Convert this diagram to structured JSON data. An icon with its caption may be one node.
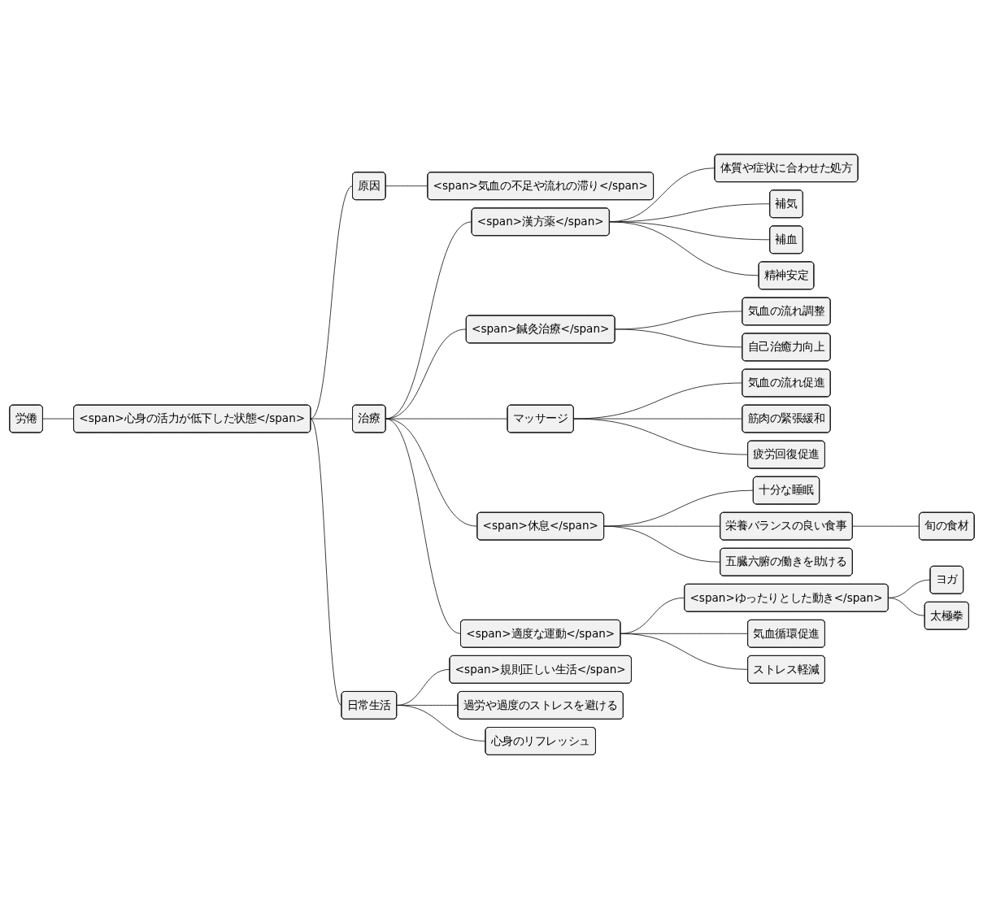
{
  "diagram": {
    "nodes": [
      {
        "text": [
          "労倦"
        ]
      },
      {
        "text": [
          "<span>心身の活力が低下した状態</span>"
        ]
      },
      {
        "text": [
          "原因"
        ]
      },
      {
        "text": [
          "<span>気血の不足や流れの滞り</span>"
        ]
      },
      {
        "text": [
          "治療"
        ]
      },
      {
        "text": [
          "<span>漢方薬</span>"
        ]
      },
      {
        "text": [
          "体質や症状に合わせた処方"
        ]
      },
      {
        "text": [
          "補気"
        ]
      },
      {
        "text": [
          "補血"
        ]
      },
      {
        "text": [
          "精神安定"
        ]
      },
      {
        "text": [
          "<span>鍼灸治療</span>"
        ]
      },
      {
        "text": [
          "気血の流れ調整"
        ]
      },
      {
        "text": [
          "自己治癒力向上"
        ]
      },
      {
        "text": [
          "マッサージ"
        ]
      },
      {
        "text": [
          "気血の流れ促進"
        ]
      },
      {
        "text": [
          "筋肉の緊張緩和"
        ]
      },
      {
        "text": [
          "疲労回復促進"
        ]
      },
      {
        "text": [
          "<span>休息</span>"
        ]
      },
      {
        "text": [
          "十分な睡眠"
        ]
      },
      {
        "text": [
          "栄養バランスの良い食事"
        ]
      },
      {
        "text": [
          "旬の食材"
        ]
      },
      {
        "text": [
          "五臓六腑の働きを助ける"
        ]
      },
      {
        "text": [
          "<span>適度な運動</span>"
        ]
      },
      {
        "text": [
          "<span>ゆったりとした動き</span>"
        ]
      },
      {
        "text": [
          "ヨガ"
        ]
      },
      {
        "text": [
          "太極拳"
        ]
      },
      {
        "text": [
          "気血循環促進"
        ]
      },
      {
        "text": [
          "ストレス軽減"
        ]
      },
      {
        "text": [
          "日常生活"
        ]
      },
      {
        "text": [
          "<span>規則正しい生活</span>"
        ]
      },
      {
        "text": [
          "過労や過度のストレスを避ける"
        ]
      },
      {
        "text": [
          "心身のリフレッシュ"
        ]
      }
    ],
    "edges": [
      {
        "from": 0,
        "to": 1,
        "arrow": "none"
      },
      {
        "from": 1,
        "to": 2,
        "arrow": "none"
      },
      {
        "from": 2,
        "to": 3,
        "arrow": "none"
      },
      {
        "from": 1,
        "to": 4,
        "arrow": "none"
      },
      {
        "from": 4,
        "to": 5,
        "arrow": "none"
      },
      {
        "from": 5,
        "to": 6,
        "arrow": "none"
      },
      {
        "from": 5,
        "to": 7,
        "arrow": "none"
      },
      {
        "from": 5,
        "to": 8,
        "arrow": "none"
      },
      {
        "from": 5,
        "to": 9,
        "arrow": "none"
      },
      {
        "from": 4,
        "to": 10,
        "arrow": "none"
      },
      {
        "from": 10,
        "to": 11,
        "arrow": "none"
      },
      {
        "from": 10,
        "to": 12,
        "arrow": "none"
      },
      {
        "from": 4,
        "to": 13,
        "arrow": "none"
      },
      {
        "from": 13,
        "to": 14,
        "arrow": "none"
      },
      {
        "from": 13,
        "to": 15,
        "arrow": "none"
      },
      {
        "from": 13,
        "to": 16,
        "arrow": "none"
      },
      {
        "from": 4,
        "to": 17,
        "arrow": "none"
      },
      {
        "from": 17,
        "to": 18,
        "arrow": "none"
      },
      {
        "from": 17,
        "to": 19,
        "arrow": "none"
      },
      {
        "from": 19,
        "to": 20,
        "arrow": "none"
      },
      {
        "from": 17,
        "to": 21,
        "arrow": "none"
      },
      {
        "from": 4,
        "to": 22,
        "arrow": "none"
      },
      {
        "from": 22,
        "to": 23,
        "arrow": "none"
      },
      {
        "from": 23,
        "to": 24,
        "arrow": "none"
      },
      {
        "from": 23,
        "to": 25,
        "arrow": "none"
      },
      {
        "from": 22,
        "to": 26,
        "arrow": "none"
      },
      {
        "from": 22,
        "to": 27,
        "arrow": "none"
      },
      {
        "from": 1,
        "to": 28,
        "arrow": "none"
      },
      {
        "from": 28,
        "to": 29,
        "arrow": "none"
      },
      {
        "from": 28,
        "to": 30,
        "arrow": "none"
      },
      {
        "from": 28,
        "to": 31,
        "arrow": "none"
      }
    ]
  }
}
